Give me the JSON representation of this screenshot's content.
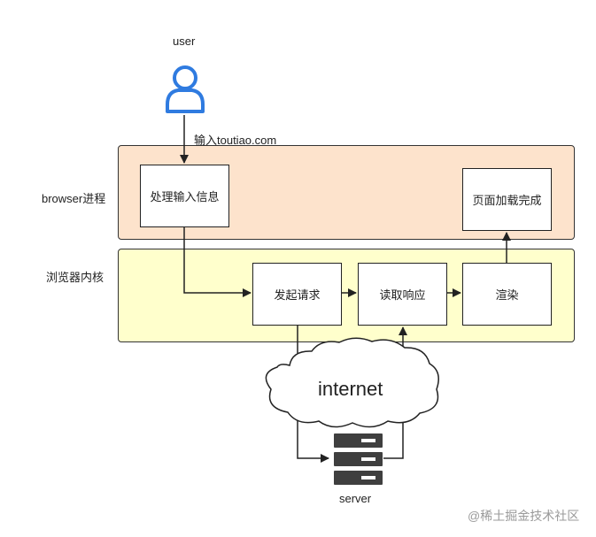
{
  "user": {
    "label": "user"
  },
  "edge_labels": {
    "input_url": "输入toutiao.com"
  },
  "lanes": {
    "browser": {
      "label": "browser进程",
      "fill": "#fde3cc"
    },
    "kernel": {
      "label": "浏览器内核",
      "fill": "#ffffcc"
    }
  },
  "boxes": {
    "handle_input": "处理输入信息",
    "page_loaded": "页面加载完成",
    "send_request": "发起请求",
    "read_response": "读取响应",
    "render": "渲染"
  },
  "cloud": {
    "label": "internet"
  },
  "server": {
    "label": "server"
  },
  "watermark": "@稀土掘金技术社区",
  "colors": {
    "user_icon": "#2f7be0",
    "server_icon": "#3f3f3f",
    "line": "#222222"
  }
}
